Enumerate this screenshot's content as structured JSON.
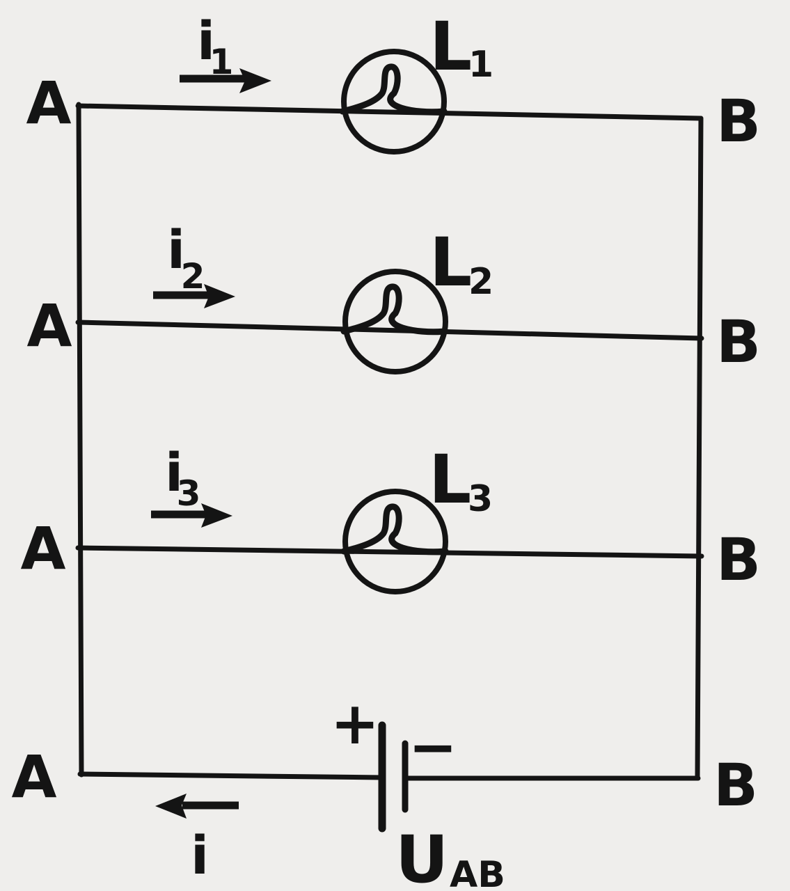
{
  "colors": {
    "background": "#efeeec",
    "ink": "#141414"
  },
  "nodes": {
    "left_label": "A",
    "right_label": "B"
  },
  "branches": [
    {
      "current_base": "i",
      "current_sub": "1",
      "lamp_base": "L",
      "lamp_sub": "1"
    },
    {
      "current_base": "i",
      "current_sub": "2",
      "lamp_base": "L",
      "lamp_sub": "2"
    },
    {
      "current_base": "i",
      "current_sub": "3",
      "lamp_base": "L",
      "lamp_sub": "3"
    }
  ],
  "source": {
    "plus_sign": "+",
    "minus_sign": "−",
    "voltage_base": "U",
    "voltage_sub": "AB",
    "total_current_label": "i"
  }
}
